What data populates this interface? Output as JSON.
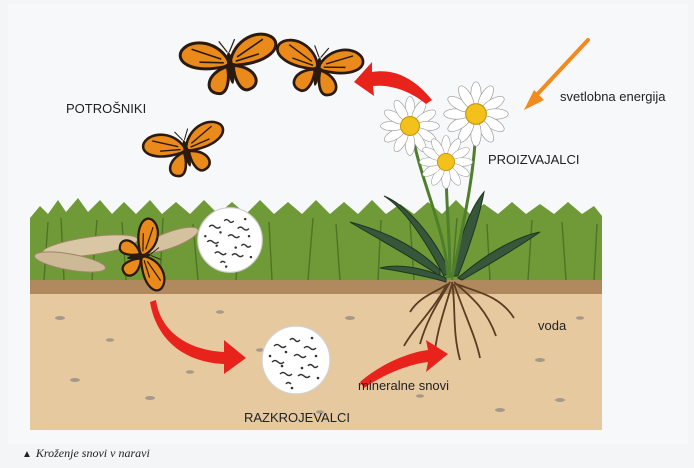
{
  "labels": {
    "consumers": "POTROŠNIKI",
    "producers": "PROIZVAJALCI",
    "decomposers": "RAZKROJEVALCI",
    "light_energy": "svetlobna energija",
    "water": "voda",
    "minerals": "mineralne snovi"
  },
  "caption": {
    "marker": "▲",
    "text": "Kroženje snovi v naravi"
  },
  "colors": {
    "cycle_arrow": "#e8231c",
    "light_arrow": "#f28a1e",
    "grass": "#6f9a37",
    "soil": "#e7c9a0",
    "butterfly_orange": "#e98a1b",
    "butterfly_black": "#2a1a10",
    "petal": "#ffffff",
    "flower_center": "#f2c21b",
    "leaf": "#36573a"
  },
  "icons": {
    "butterfly": "butterfly-icon",
    "daisy": "daisy-flower-icon",
    "microbes": "microbe-circle-icon"
  }
}
